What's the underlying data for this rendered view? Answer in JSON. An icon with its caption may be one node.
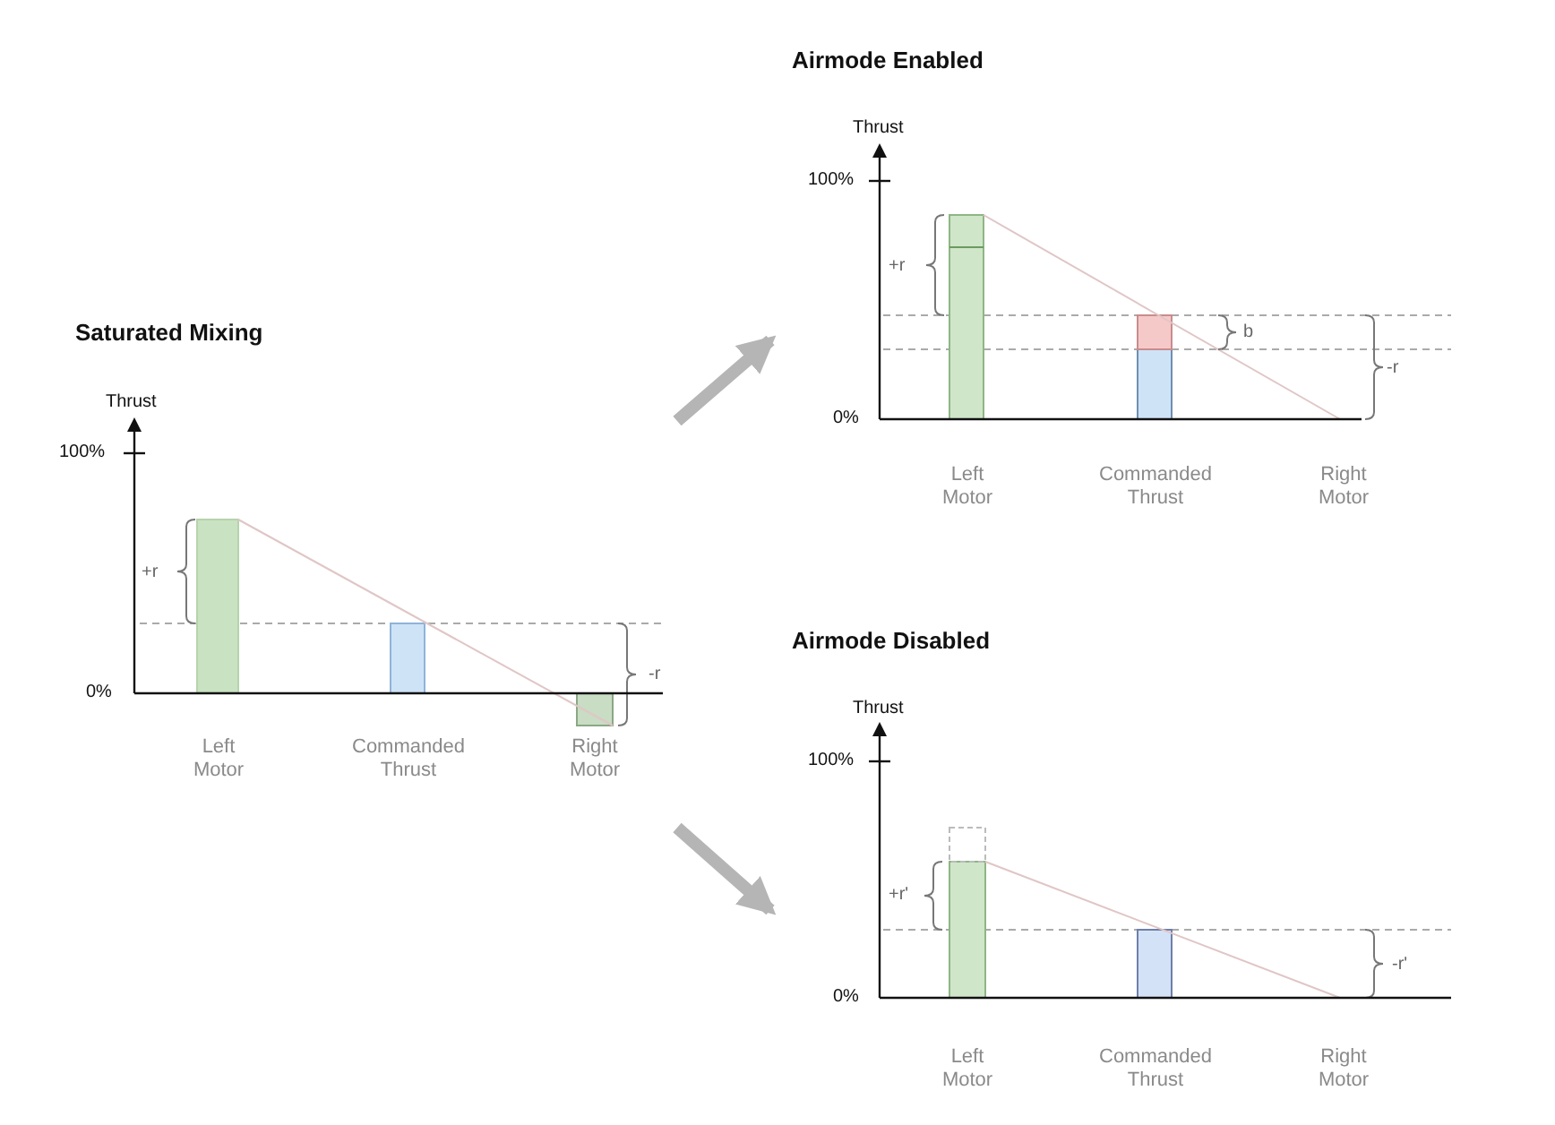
{
  "diagram": {
    "nodes": [
      {
        "text": [
          "Saturated Mixing",
          "Thrust",
          "100%",
          "0%",
          "+r",
          "-r",
          "Left Motor",
          "Commanded Thrust",
          "Right Motor"
        ]
      },
      {
        "text": [
          "Airmode Enabled",
          "Thrust",
          "100%",
          "0%",
          "+r",
          "b",
          "-r",
          "Left Motor",
          "Commanded Thrust",
          "Right Motor"
        ]
      },
      {
        "text": [
          "Airmode Disabled",
          "Thrust",
          "100%",
          "0%",
          "+r'",
          "-r'",
          "Left Motor",
          "Commanded Thrust",
          "Right Motor"
        ]
      }
    ],
    "edges": [
      {
        "from": 0,
        "to": 1,
        "arrow": "to"
      },
      {
        "from": 0,
        "to": 2,
        "arrow": "to"
      }
    ]
  }
}
